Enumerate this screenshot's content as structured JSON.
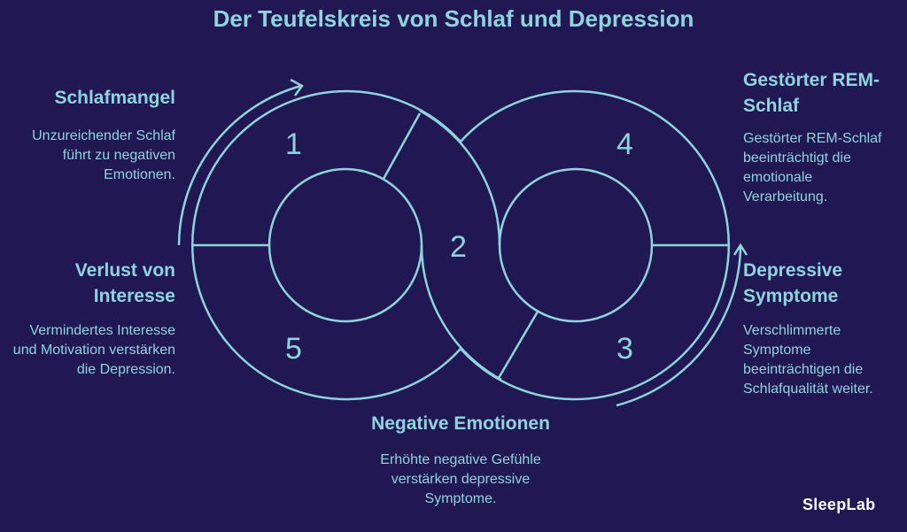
{
  "title": "Der Teufelskreis von Schlaf und Depression",
  "colors": {
    "background": "#211853",
    "accent": "#8fd3e0",
    "logo": "#ffffff"
  },
  "steps": [
    {
      "number": "1",
      "heading": "Schlafmangel",
      "text": "Unzureichender Schlaf führt zu negativen Emotionen."
    },
    {
      "number": "2",
      "heading": "Negative Emotionen",
      "text": "Erhöhte negative Gefühle verstärken depressive Symptome."
    },
    {
      "number": "3",
      "heading": "Depressive Symptome",
      "text": "Verschlimmerte Symptome beeinträchtigen die Schlafqualität weiter."
    },
    {
      "number": "4",
      "heading": "Gestörter REM-Schlaf",
      "text": "Gestörter REM-Schlaf beeinträchtigt die emotionale Verarbeitung."
    },
    {
      "number": "5",
      "heading": "Verlust von Interesse",
      "text": "Vermindertes Interesse und Motivation verstärken die Depression."
    }
  ],
  "logo": "SleepLab"
}
